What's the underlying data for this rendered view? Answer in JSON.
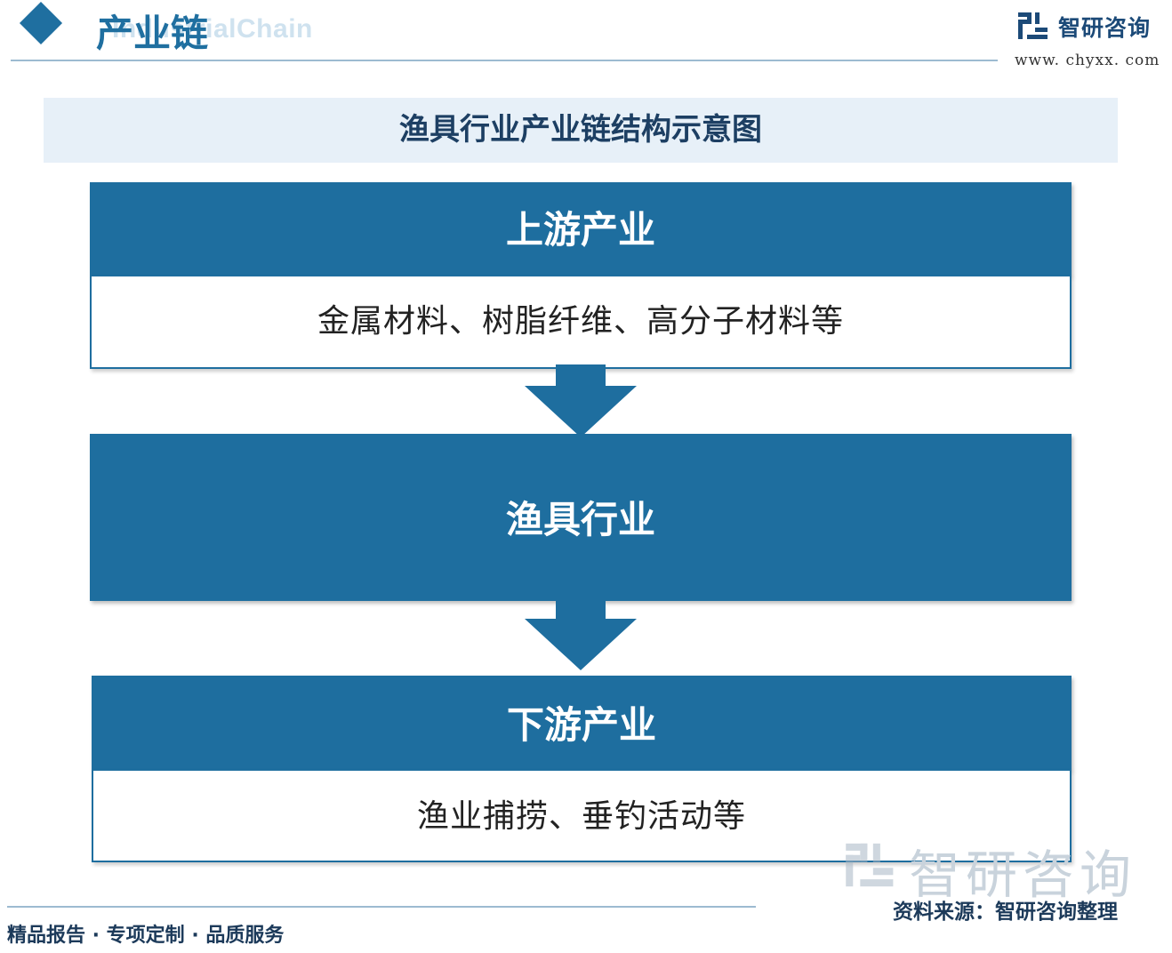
{
  "header": {
    "section_title": "产业链",
    "background_word": "IndustrialChain",
    "logo_name": "智研咨询",
    "logo_url": "www. chyxx. com"
  },
  "diagram": {
    "title": "渔具行业产业链结构示意图",
    "upstream": {
      "heading": "上游产业",
      "content": "金属材料、树脂纤维、高分子材料等"
    },
    "midstream": {
      "heading": "渔具行业"
    },
    "downstream": {
      "heading": "下游产业",
      "content": "渔业捕捞、垂钓活动等"
    }
  },
  "watermark": {
    "text": "智研咨询"
  },
  "footer": {
    "tagline": "精品报告 · 专项定制 · 品质服务",
    "source": "资料来源：智研咨询整理"
  },
  "colors": {
    "primary": "#1e6e9f",
    "banner_bg": "#e7f0f8",
    "title_text": "#1d3f63"
  }
}
